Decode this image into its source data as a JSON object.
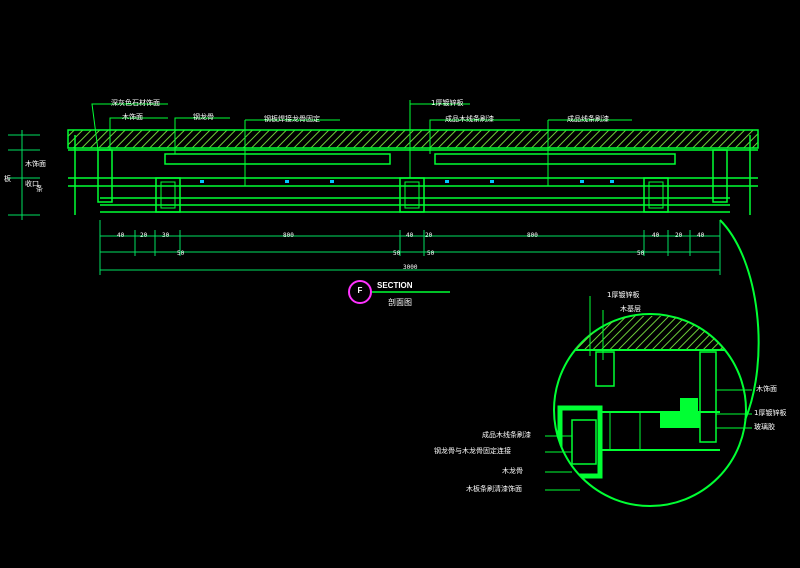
{
  "section_title": "SECTION",
  "section_subtitle": "剖面图",
  "section_marker": "F",
  "colors": {
    "background": "#000000",
    "structure": "#00ff33",
    "dimension_line": "#00e060",
    "hatch": "#6ecf3a",
    "text": "#ffffff",
    "marker": "#ff33ff",
    "cyan_mark": "#00c8ff"
  },
  "left_labels": {
    "t1": "木饰面",
    "t2": "收口",
    "t3": "板",
    "t4": "条"
  },
  "top_labels": {
    "l1": "深灰色石材饰面",
    "l2": "木饰面",
    "l3": "钢龙骨",
    "l4": "钢板焊接龙骨固定",
    "l5": "1厚镀锌板",
    "l6": "成品木线条刷漆",
    "l7": "成品线条刷漆"
  },
  "dimensions": {
    "d1": "40",
    "d2": "20",
    "d3": "30",
    "d4": "800",
    "d5": "40",
    "d6": "20",
    "d7": "800",
    "d8": "40",
    "d9": "20",
    "d10": "40",
    "s1": "50",
    "s2": "50",
    "s3": "50",
    "s4": "50",
    "total": "3000"
  },
  "detail_labels": {
    "top1": "1厚镀锌板",
    "top2": "木基层",
    "left1": "成品木线条刷漆",
    "left2": "钢龙骨与木龙骨固定连接",
    "left3": "木龙骨",
    "left4": "木板条刷清漆饰面",
    "right1": "木饰面",
    "right2": "1厚镀锌板",
    "right3": "玻璃胶"
  }
}
